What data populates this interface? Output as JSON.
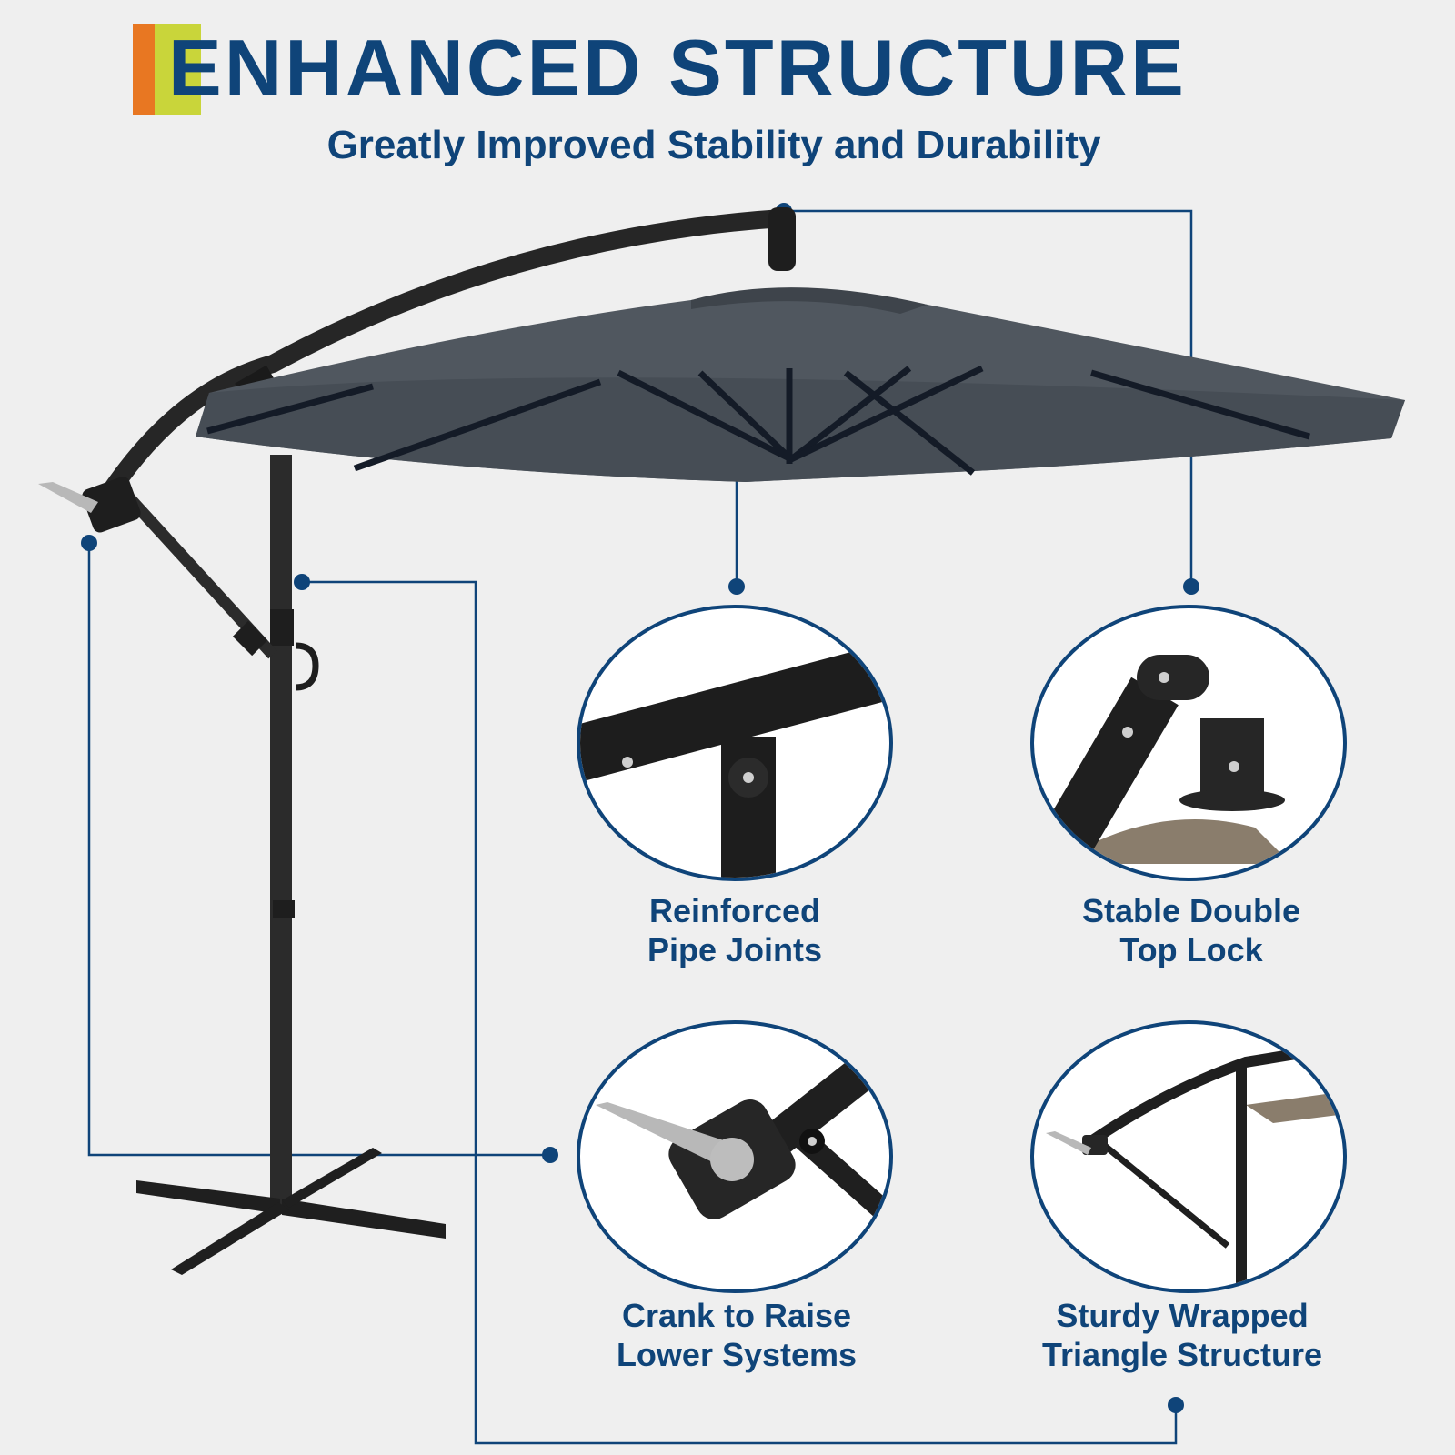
{
  "header": {
    "title": "ENHANCED STRUCTURE",
    "subtitle": "Greatly Improved Stability and Durability"
  },
  "colors": {
    "background": "#efefef",
    "primary_navy": "#0f4479",
    "accent_orange": "#e87722",
    "accent_lime": "#c9d53a",
    "canopy_gray": "#4f565e",
    "frame_black": "#262626"
  },
  "product": {
    "name": "cantilever-patio-umbrella",
    "icons": [
      "umbrella-canopy",
      "curved-arm",
      "crank-handle",
      "cross-base"
    ]
  },
  "features": [
    {
      "id": "reinforced-pipe-joints",
      "line1": "Reinforced",
      "line2": "Pipe Joints"
    },
    {
      "id": "stable-double-top-lock",
      "line1": "Stable Double",
      "line2": "Top Lock"
    },
    {
      "id": "crank-raise-lower",
      "line1": "Crank to Raise",
      "line2": "Lower Systems"
    },
    {
      "id": "wrapped-triangle-structure",
      "line1": "Sturdy Wrapped",
      "line2": "Triangle Structure"
    }
  ]
}
